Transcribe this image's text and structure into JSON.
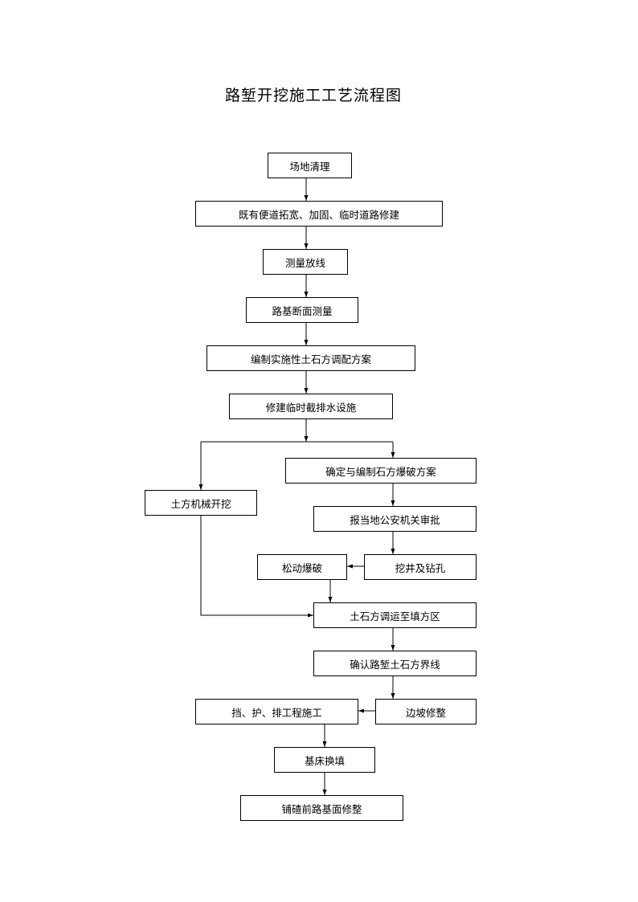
{
  "title": "路堑开挖施工工艺流程图",
  "nodes": {
    "n1": "场地清理",
    "n2": "既有便道拓宽、加固、临时道路修建",
    "n3": "测量放线",
    "n4": "路基断面测量",
    "n5": "编制实施性土石方调配方案",
    "n6": "修建临时截排水设施",
    "n7": "确定与编制石方爆破方案",
    "n8": "土方机械开挖",
    "n9": "报当地公安机关审批",
    "n10": "松动爆破",
    "n11": "挖井及钻孔",
    "n12": "土石方调运至填方区",
    "n13": "确认路堑土石方界线",
    "n14": "挡、护、排工程施工",
    "n15": "边坡修整",
    "n16": "基床换填",
    "n17": "铺碴前路基面修整"
  }
}
